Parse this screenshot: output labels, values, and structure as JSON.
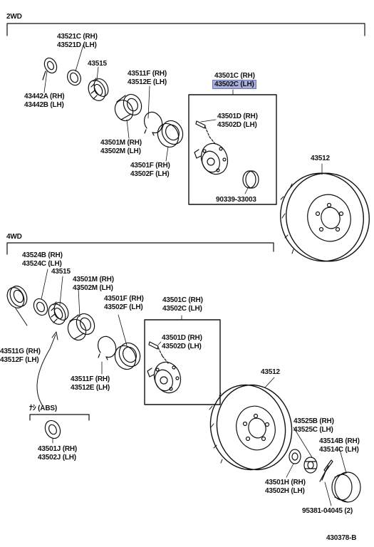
{
  "sections": {
    "two_wd": "2WD",
    "four_wd": "4WD",
    "abs_note": "ﾅｼ (ABS)"
  },
  "two_wd_parts": {
    "p43521": [
      "43521C (RH)",
      "43521D (LH)"
    ],
    "p43515": "43515",
    "p43442": [
      "43442A (RH)",
      "43442B (LH)"
    ],
    "p43511": [
      "43511F (RH)",
      "43512E (LH)"
    ],
    "p43501m": [
      "43501M (RH)",
      "43502M (LH)"
    ],
    "p43501f": [
      "43501F (RH)",
      "43502F (LH)"
    ],
    "p43501c": [
      "43501C (RH)",
      "43502C (LH)"
    ],
    "p43501d": [
      "43501D (RH)",
      "43502D (LH)"
    ],
    "p90339": "90339-33003",
    "p43512": "43512"
  },
  "four_wd_parts": {
    "p43524": [
      "43524B (RH)",
      "43524C (LH)"
    ],
    "p43515": "43515",
    "p43501m": [
      "43501M (RH)",
      "43502M (LH)"
    ],
    "p43501f": [
      "43501F (RH)",
      "43502F (LH)"
    ],
    "p43501c": [
      "43501C (RH)",
      "43502C (LH)"
    ],
    "p43501d": [
      "43501D (RH)",
      "43502D (LH)"
    ],
    "p43511g": [
      "43511G (RH)",
      "43512F (LH)"
    ],
    "p43511f": [
      "43511F (RH)",
      "43512E (LH)"
    ],
    "p43512": "43512",
    "p43501j": [
      "43501J (RH)",
      "43502J (LH)"
    ],
    "p43525": [
      "43525B (RH)",
      "43525C (LH)"
    ],
    "p43514": [
      "43514B (RH)",
      "43514C (LH)"
    ],
    "p43501h": [
      "43501H (RH)",
      "43502H (LH)"
    ],
    "p95381": "95381-04045 (2)"
  },
  "diagram_code": "430378-B",
  "highlight_color": "#a9afdc"
}
